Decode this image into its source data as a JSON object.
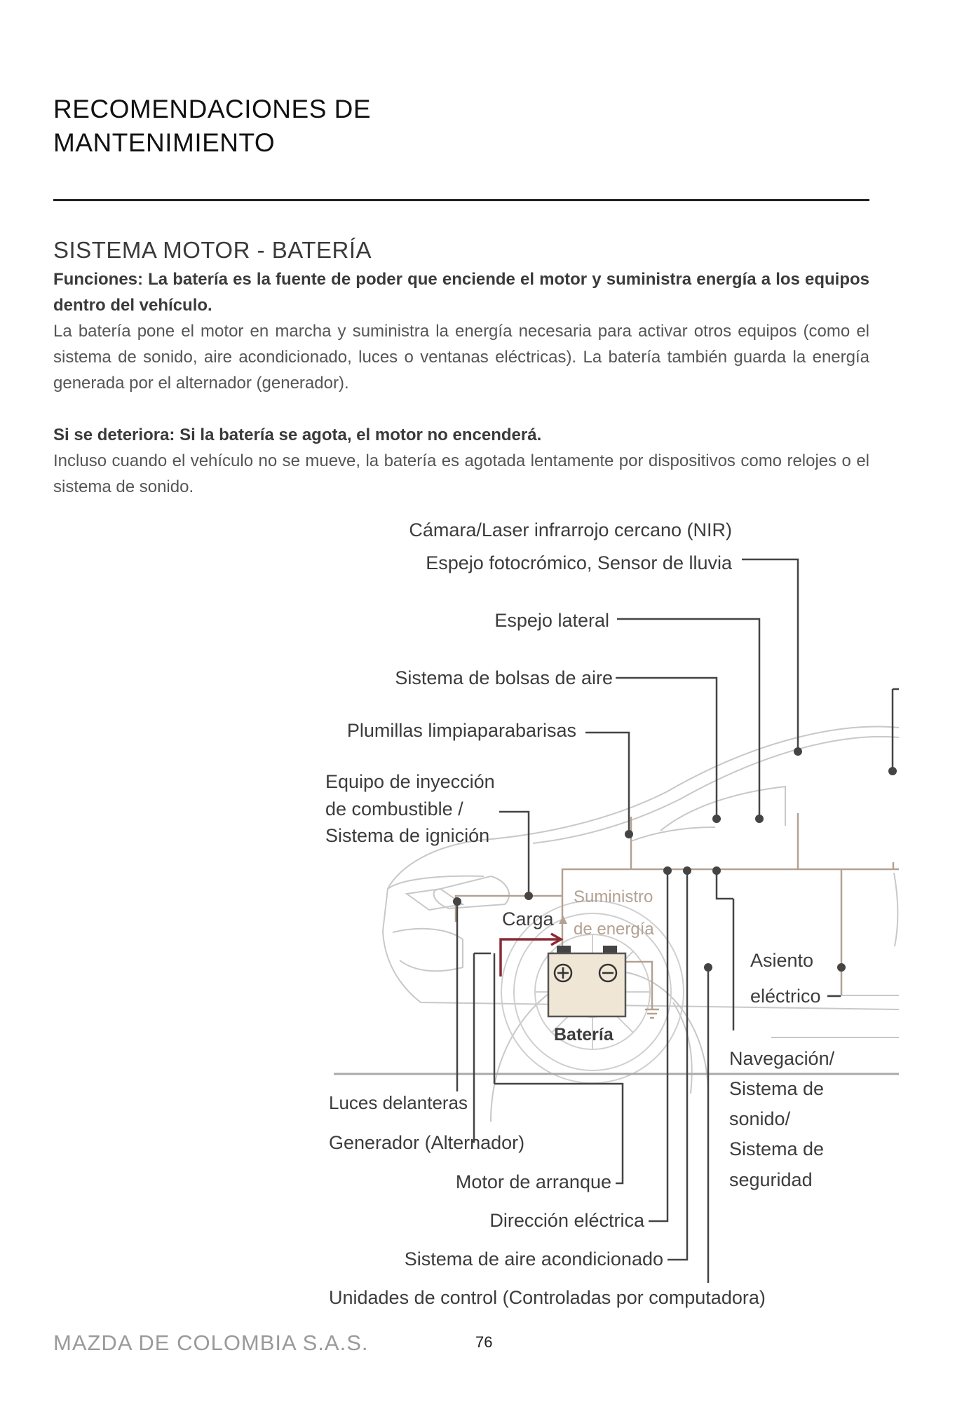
{
  "header": {
    "title_line1": "RECOMENDACIONES DE",
    "title_line2": "MANTENIMIENTO"
  },
  "section": {
    "heading": "SISTEMA MOTOR - BATERÍA",
    "functions_bold": "Funciones: La batería es la fuente de poder que enciende el motor y suministra energía a los equipos dentro del vehículo.",
    "functions_text": "La batería pone el motor en marcha y suministra la energía necesaria para activar otros equipos (como el sistema de sonido, aire acondicionado, luces o ventanas eléctricas). La batería también guarda la energía generada por el alternador (generador).",
    "deterioration_bold": "Si se deteriora: Si la batería se agota, el motor no encenderá.",
    "deterioration_text": "Incluso cuando el vehículo no se mueve, la batería es agotada lentamente por dispositivos como relojes o el sistema de sonido."
  },
  "diagram": {
    "labels": {
      "camera": "Cámara/Laser infrarrojo cercano (NIR)",
      "mirror_sensor": "Espejo fotocrómico, Sensor de lluvia",
      "side_mirror": "Espejo lateral",
      "airbags": "Sistema de bolsas de aire",
      "wipers": "Plumillas limpiaparabarisas",
      "injection_1": "Equipo de inyección",
      "injection_2": "de combustible /",
      "injection_3": "Sistema de ignición",
      "supply_1": "Suministro",
      "supply_2": "de energía",
      "charge": "Carga",
      "battery": "Batería",
      "seat_1": "Asiento",
      "seat_2": "eléctrico",
      "nav_1": "Navegación/",
      "nav_2": "Sistema de",
      "nav_3": "sonido/",
      "nav_4": "Sistema de",
      "nav_5": "seguridad",
      "headlights": "Luces delanteras",
      "generator": "Generador (Alternador)",
      "starter": "Motor de arranque",
      "steering": "Dirección eléctrica",
      "ac": "Sistema de aire acondicionado",
      "control_units": "Unidades de control (Controladas por computadora)"
    },
    "colors": {
      "wire": "#b3a193",
      "leader": "#444444",
      "charge": "#8a2a35",
      "battery_fill": "#efe6d6",
      "car_outline": "#c8c8c8"
    }
  },
  "footer": {
    "company": "MAZDA DE COLOMBIA S.A.S.",
    "page_number": "76"
  }
}
